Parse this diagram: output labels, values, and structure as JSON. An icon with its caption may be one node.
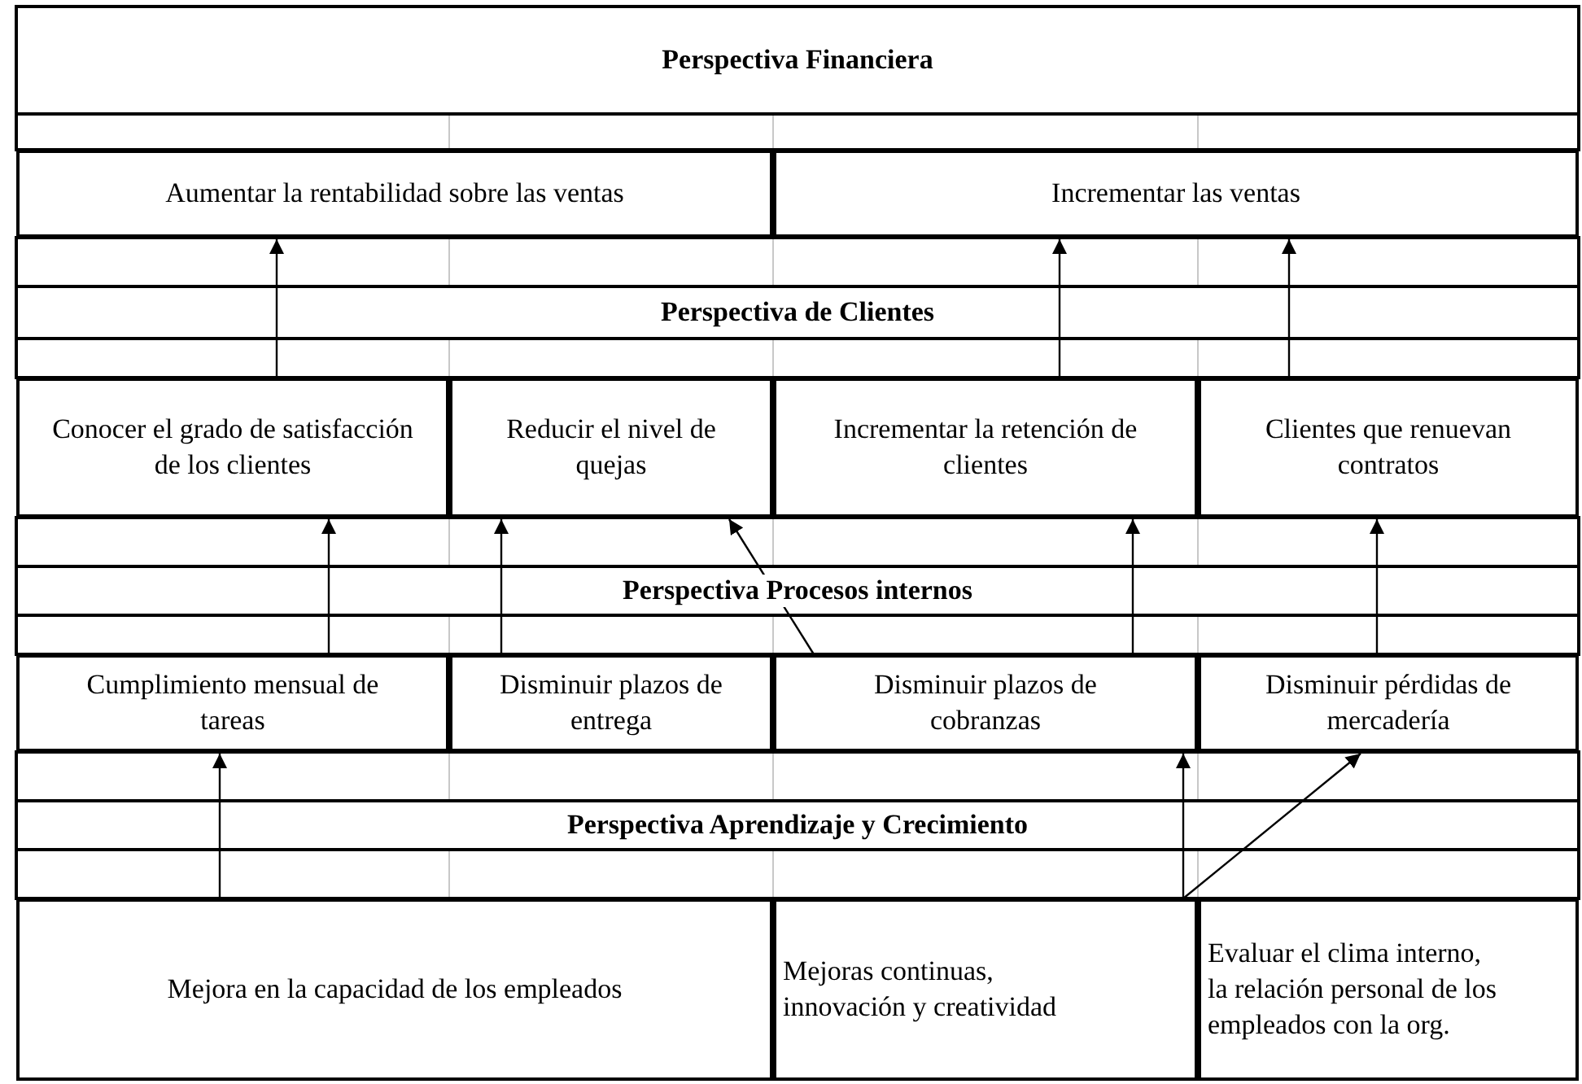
{
  "diagram": {
    "nodes": [
      {
        "text": [
          "Aumentar la rentabilidad sobre las ventas"
        ]
      },
      {
        "text": [
          "Incrementar las ventas"
        ]
      },
      {
        "text": [
          "Conocer el grado de satisfacción de los clientes"
        ]
      },
      {
        "text": [
          "Reducir el nivel de quejas"
        ]
      },
      {
        "text": [
          "Incrementar la retención de clientes"
        ]
      },
      {
        "text": [
          "Clientes que renuevan contratos"
        ]
      },
      {
        "text": [
          "Cumplimiento mensual de tareas"
        ]
      },
      {
        "text": [
          "Disminuir plazos de entrega"
        ]
      },
      {
        "text": [
          "Disminuir plazos de cobranzas"
        ]
      },
      {
        "text": [
          "Disminuir pérdidas de mercadería"
        ]
      },
      {
        "text": [
          "Mejora en la capacidad de los empleados"
        ]
      },
      {
        "text": [
          "Mejoras continuas, innovación y creatividad"
        ]
      },
      {
        "text": [
          "Evaluar el clima interno, la relación personal de los empleados con la org."
        ]
      }
    ],
    "edges": [
      {
        "from": 2,
        "to": 0,
        "arrow": "to"
      },
      {
        "from": 4,
        "to": 1,
        "arrow": "to"
      },
      {
        "from": 5,
        "to": 1,
        "arrow": "to"
      },
      {
        "from": 6,
        "to": 2,
        "arrow": "to"
      },
      {
        "from": 7,
        "to": 3,
        "arrow": "to"
      },
      {
        "from": 8,
        "to": 3,
        "arrow": "to"
      },
      {
        "from": 8,
        "to": 4,
        "arrow": "to"
      },
      {
        "from": 9,
        "to": 5,
        "arrow": "to"
      },
      {
        "from": 10,
        "to": 6,
        "arrow": "to"
      },
      {
        "from": 11,
        "to": 8,
        "arrow": "to"
      },
      {
        "from": 11,
        "to": 9,
        "arrow": "to"
      }
    ],
    "labels": [
      "Perspectiva Financiera",
      "Perspectiva de Clientes",
      "Perspectiva Procesos internos",
      "Perspectiva Aprendizaje y Crecimiento"
    ]
  }
}
